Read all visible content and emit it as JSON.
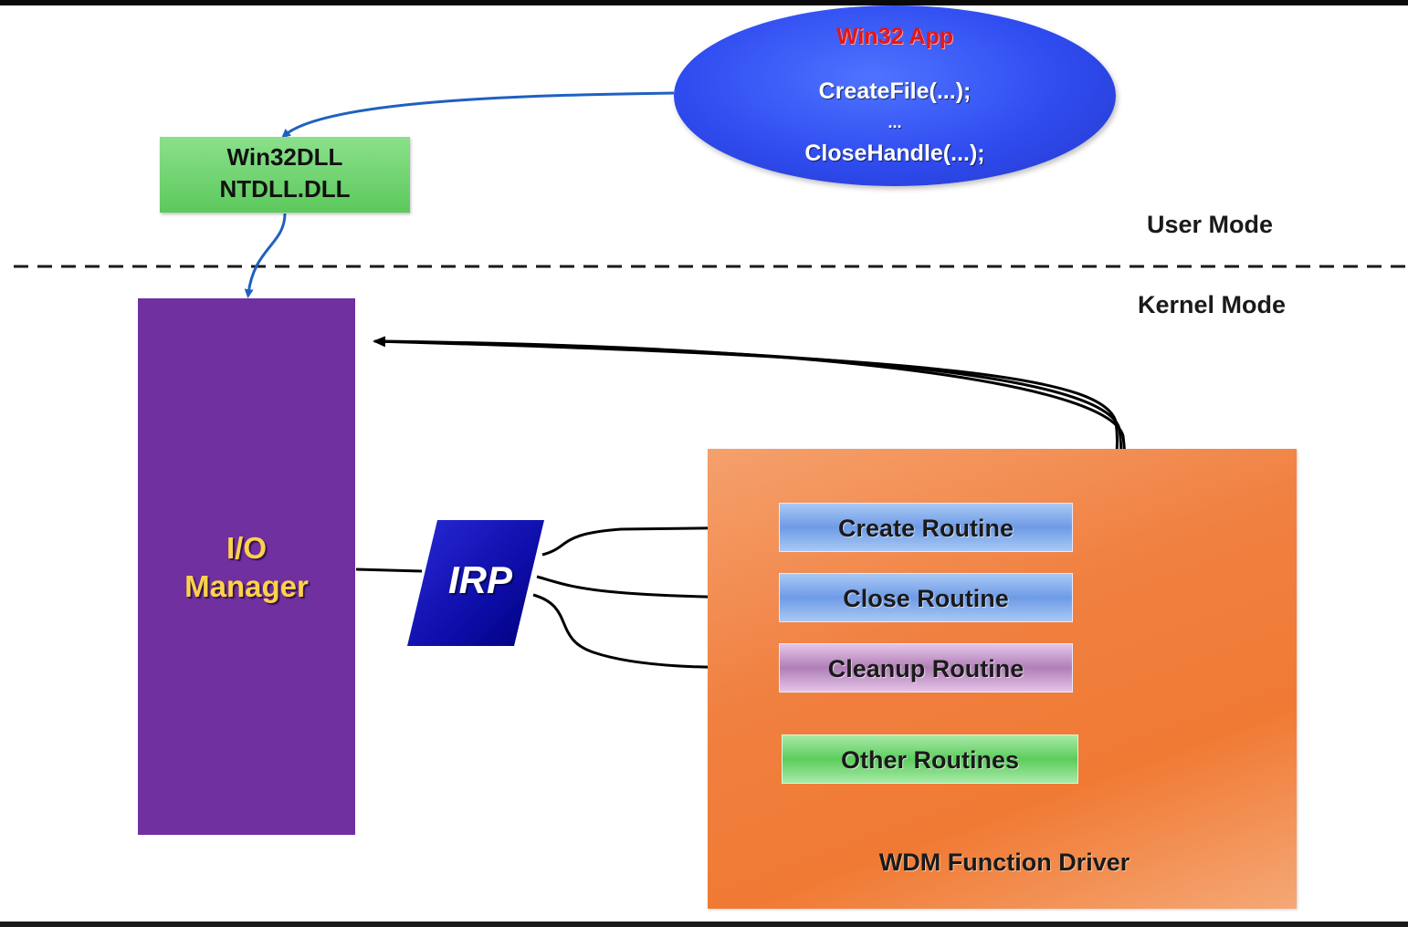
{
  "app": {
    "title": "Win32 App",
    "lines": [
      "CreateFile(...);",
      "...",
      "CloseHandle(...);"
    ]
  },
  "dll": {
    "lines": [
      "Win32DLL",
      "NTDLL.DLL"
    ]
  },
  "modes": {
    "user": "User Mode",
    "kernel": "Kernel Mode"
  },
  "io_manager": {
    "lines": [
      "I/O",
      "Manager"
    ]
  },
  "irp": {
    "label": "IRP"
  },
  "driver": {
    "label": "WDM Function Driver",
    "routines": [
      "Create Routine",
      "Close Routine",
      "Cleanup Routine",
      "Other Routines"
    ]
  },
  "colors": {
    "app_fill": "#2f4cf0",
    "app_title": "#e01818",
    "dll_fill": "#6fd46f",
    "io_fill": "#7030a0",
    "io_text": "#ffd24a",
    "irp_fill": "#0d0da8",
    "driver_fill": "#f08040",
    "arrow_blue": "#2060c0"
  }
}
